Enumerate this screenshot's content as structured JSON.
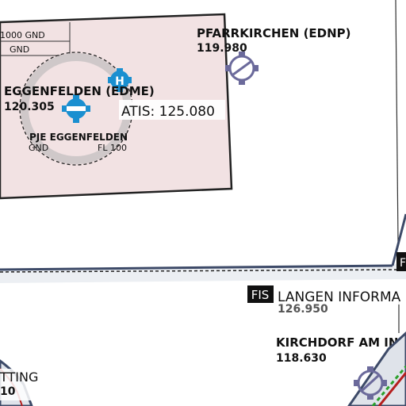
{
  "airspace_box": {
    "upper_limit": "1000 GND",
    "lower_limit": "GND",
    "fill_color": "#f2e2e3"
  },
  "pje_area": {
    "name": "PJE EGGENFELDEN",
    "lower": "GND",
    "upper": "FL 100"
  },
  "eggenfelden": {
    "name": "EGGENFELDEN (EDME)",
    "frequency": "120.305",
    "atis": "ATIS: 125.080",
    "icon": "airfield-icon",
    "color": "#1a8fd0"
  },
  "heliport": {
    "icon": "heliport-icon",
    "letter": "H"
  },
  "pfarrkirchen": {
    "name": "PFARRKIRCHEN (EDNP)",
    "frequency": "119.980",
    "icon": "airfield-icon",
    "color": "#6b6a9b"
  },
  "fis": {
    "badge": "FIS",
    "name": "LANGEN INFORMA",
    "frequency": "126.950",
    "edge_badge": "F"
  },
  "kirchdorf": {
    "name": "KIRCHDORF AM IN",
    "frequency": "118.630",
    "icon": "airfield-icon"
  },
  "bottom_left": {
    "name": "TTING",
    "frequency": "10"
  }
}
